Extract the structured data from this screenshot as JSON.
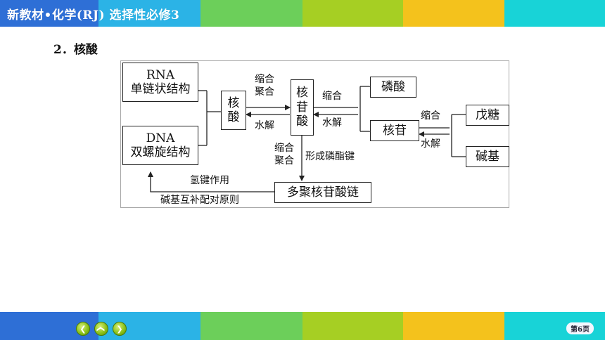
{
  "header": {
    "title": "新教材•化学(RJ)   选择性必修3",
    "colors": [
      "#2e6fd6",
      "#2bb3e6",
      "#6ccf5a",
      "#a6cf23",
      "#f4c21c",
      "#18d3d7"
    ]
  },
  "section": {
    "heading": "2．核酸"
  },
  "diagram": {
    "rna_line1": "RNA",
    "rna_line2": "单链状结构",
    "dna_line1": "DNA",
    "dna_line2": "双螺旋结构",
    "hesuan_line1": "核",
    "hesuan_line2": "酸",
    "hegansuan_line1": "核",
    "hegansuan_line2": "苷",
    "hegansuan_line3": "酸",
    "linsuan": "磷酸",
    "hegan": "核苷",
    "wutang": "戊糖",
    "jianji": "碱基",
    "poly_chain": "多聚核苷酸链",
    "label_suohe_1": "缩合",
    "label_juhe_1": "聚合",
    "label_shuijie_1": "水解",
    "label_suohe_2": "缩合",
    "label_shuijie_2": "水解",
    "label_suohe_3": "缩合",
    "label_shuijie_3": "水解",
    "label_suohe_4": "缩合",
    "label_juhe_4": "聚合",
    "label_phosphodiester": "形成磷酯键",
    "label_hydrogen_bond": "氢键作用",
    "label_base_pairing": "碱基互补配对原则"
  },
  "footer": {
    "colors": [
      "#2e6fd6",
      "#2bb3e6",
      "#6ccf5a",
      "#a6cf23",
      "#f4c21c",
      "#18d3d7"
    ],
    "prev_icon": "chevron-left-icon",
    "home_icon": "chevron-up-icon",
    "next_icon": "chevron-right-icon",
    "page_label": "第6页"
  }
}
